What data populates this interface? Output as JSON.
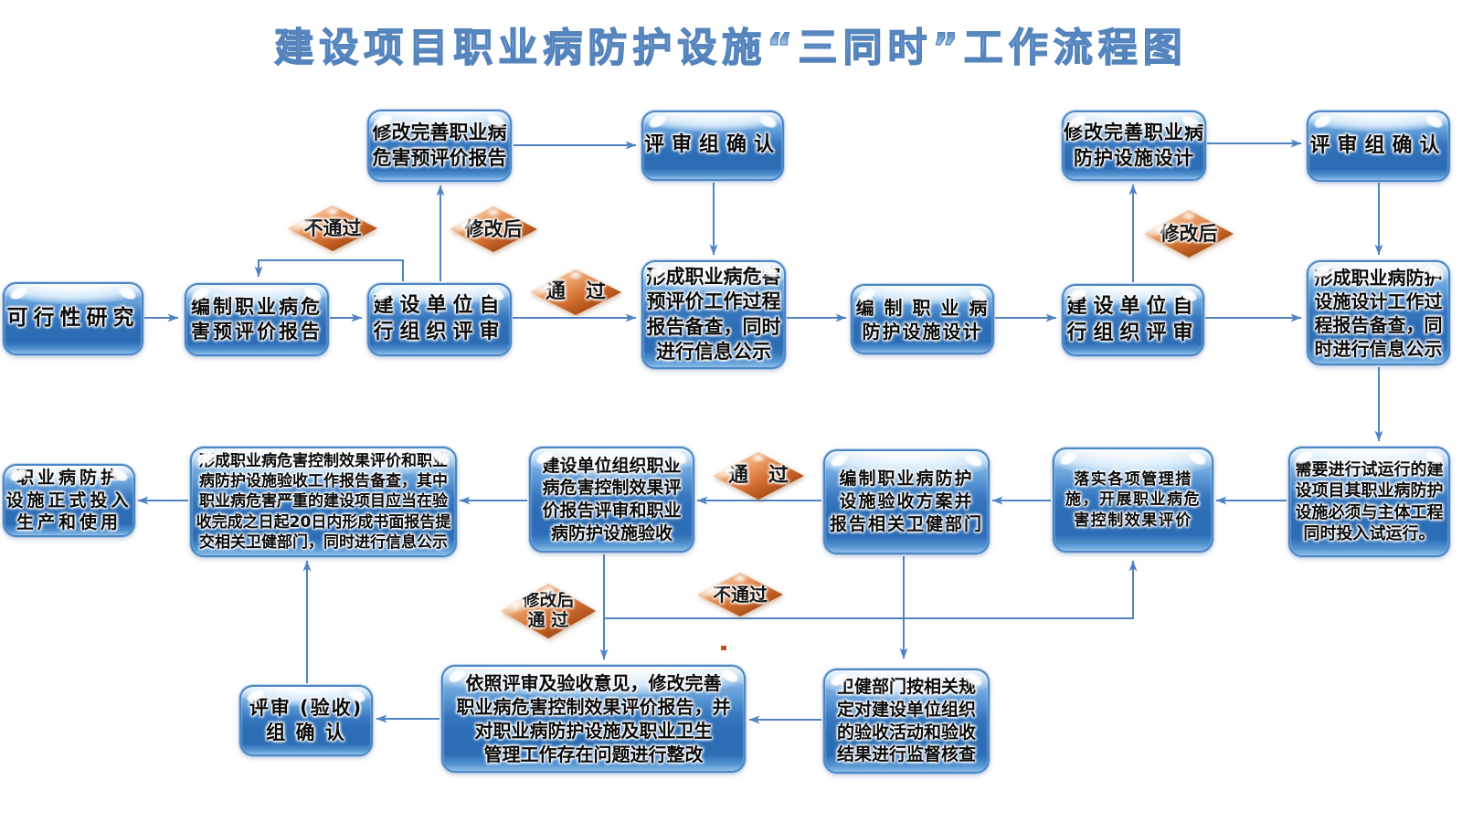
{
  "title": "建设项目职业病防护设施“三同时”工作流程图",
  "nodes": {
    "feasibility": "可行性研究",
    "compilePre": "编制职业病危\n害预评价报告",
    "selfReview1": "建设单位自\n行组织评审",
    "revisePre": "修改完善职业病\n危害预评价报告",
    "confirm1": "评审组确认",
    "formPre": "形成职业病危害\n预评价工作过程\n报告备查，同时\n进行信息公示",
    "compileDesign": "编 制 职 业 病\n防护设施设计",
    "selfReview2": "建设单位自\n行组织评审",
    "reviseDesign": "修改完善职业病\n防护设施设计",
    "confirm2": "评审组确认",
    "formDesign": "形成职业病防护\n设施设计工作过\n程报告备查，同\n时进行信息公示",
    "trialRun": "需要进行试运行的建\n设项目其职业病防护\n设施必须与主体工程\n同时投入试运行。",
    "implement": "落实各项管理措\n施，开展职业病危\n害控制效果评价",
    "acceptPlan": "编制职业病防护\n设施验收方案并\n报告相关卫健部门",
    "orgReview": "建设单位组织职业\n病危害控制效果评\n价报告评审和职业\n病防护设施验收",
    "formControl": "形成职业病危害控制效果评价和职业\n病防护设施验收工作报告备查，其中\n职业病危害严重的建设项目应当在验\n收完成之日起20日内形成书面报告提\n交相关卫健部门，同时进行信息公示",
    "formalUse": "职业病防护\n设施正式投入\n生产和使用",
    "confirm3": "评审 (验收)\n组 确 认",
    "rectify": "依照评审及验收意见，修改完善\n职业病危害控制效果评价报告，并\n对职业病防护设施及职业卫生\n管理工作存在问题进行整改",
    "supervise": "卫健部门按相关规\n定对建设单位组织\n的验收活动和验收\n结果进行监督核查"
  },
  "labels": {
    "fail1": "不通过",
    "revised1": "修改后",
    "pass1": "通　过",
    "revised2": "修改后",
    "pass2": "通　过",
    "revisedPass": "修改后\n通 过",
    "fail2": "不通过"
  },
  "colors": {
    "arrow": "#4f83c3",
    "boxBlue": "#2e6fb6",
    "diamondCopper": "#c35f2a",
    "titleBlue": "#4f82bd"
  }
}
